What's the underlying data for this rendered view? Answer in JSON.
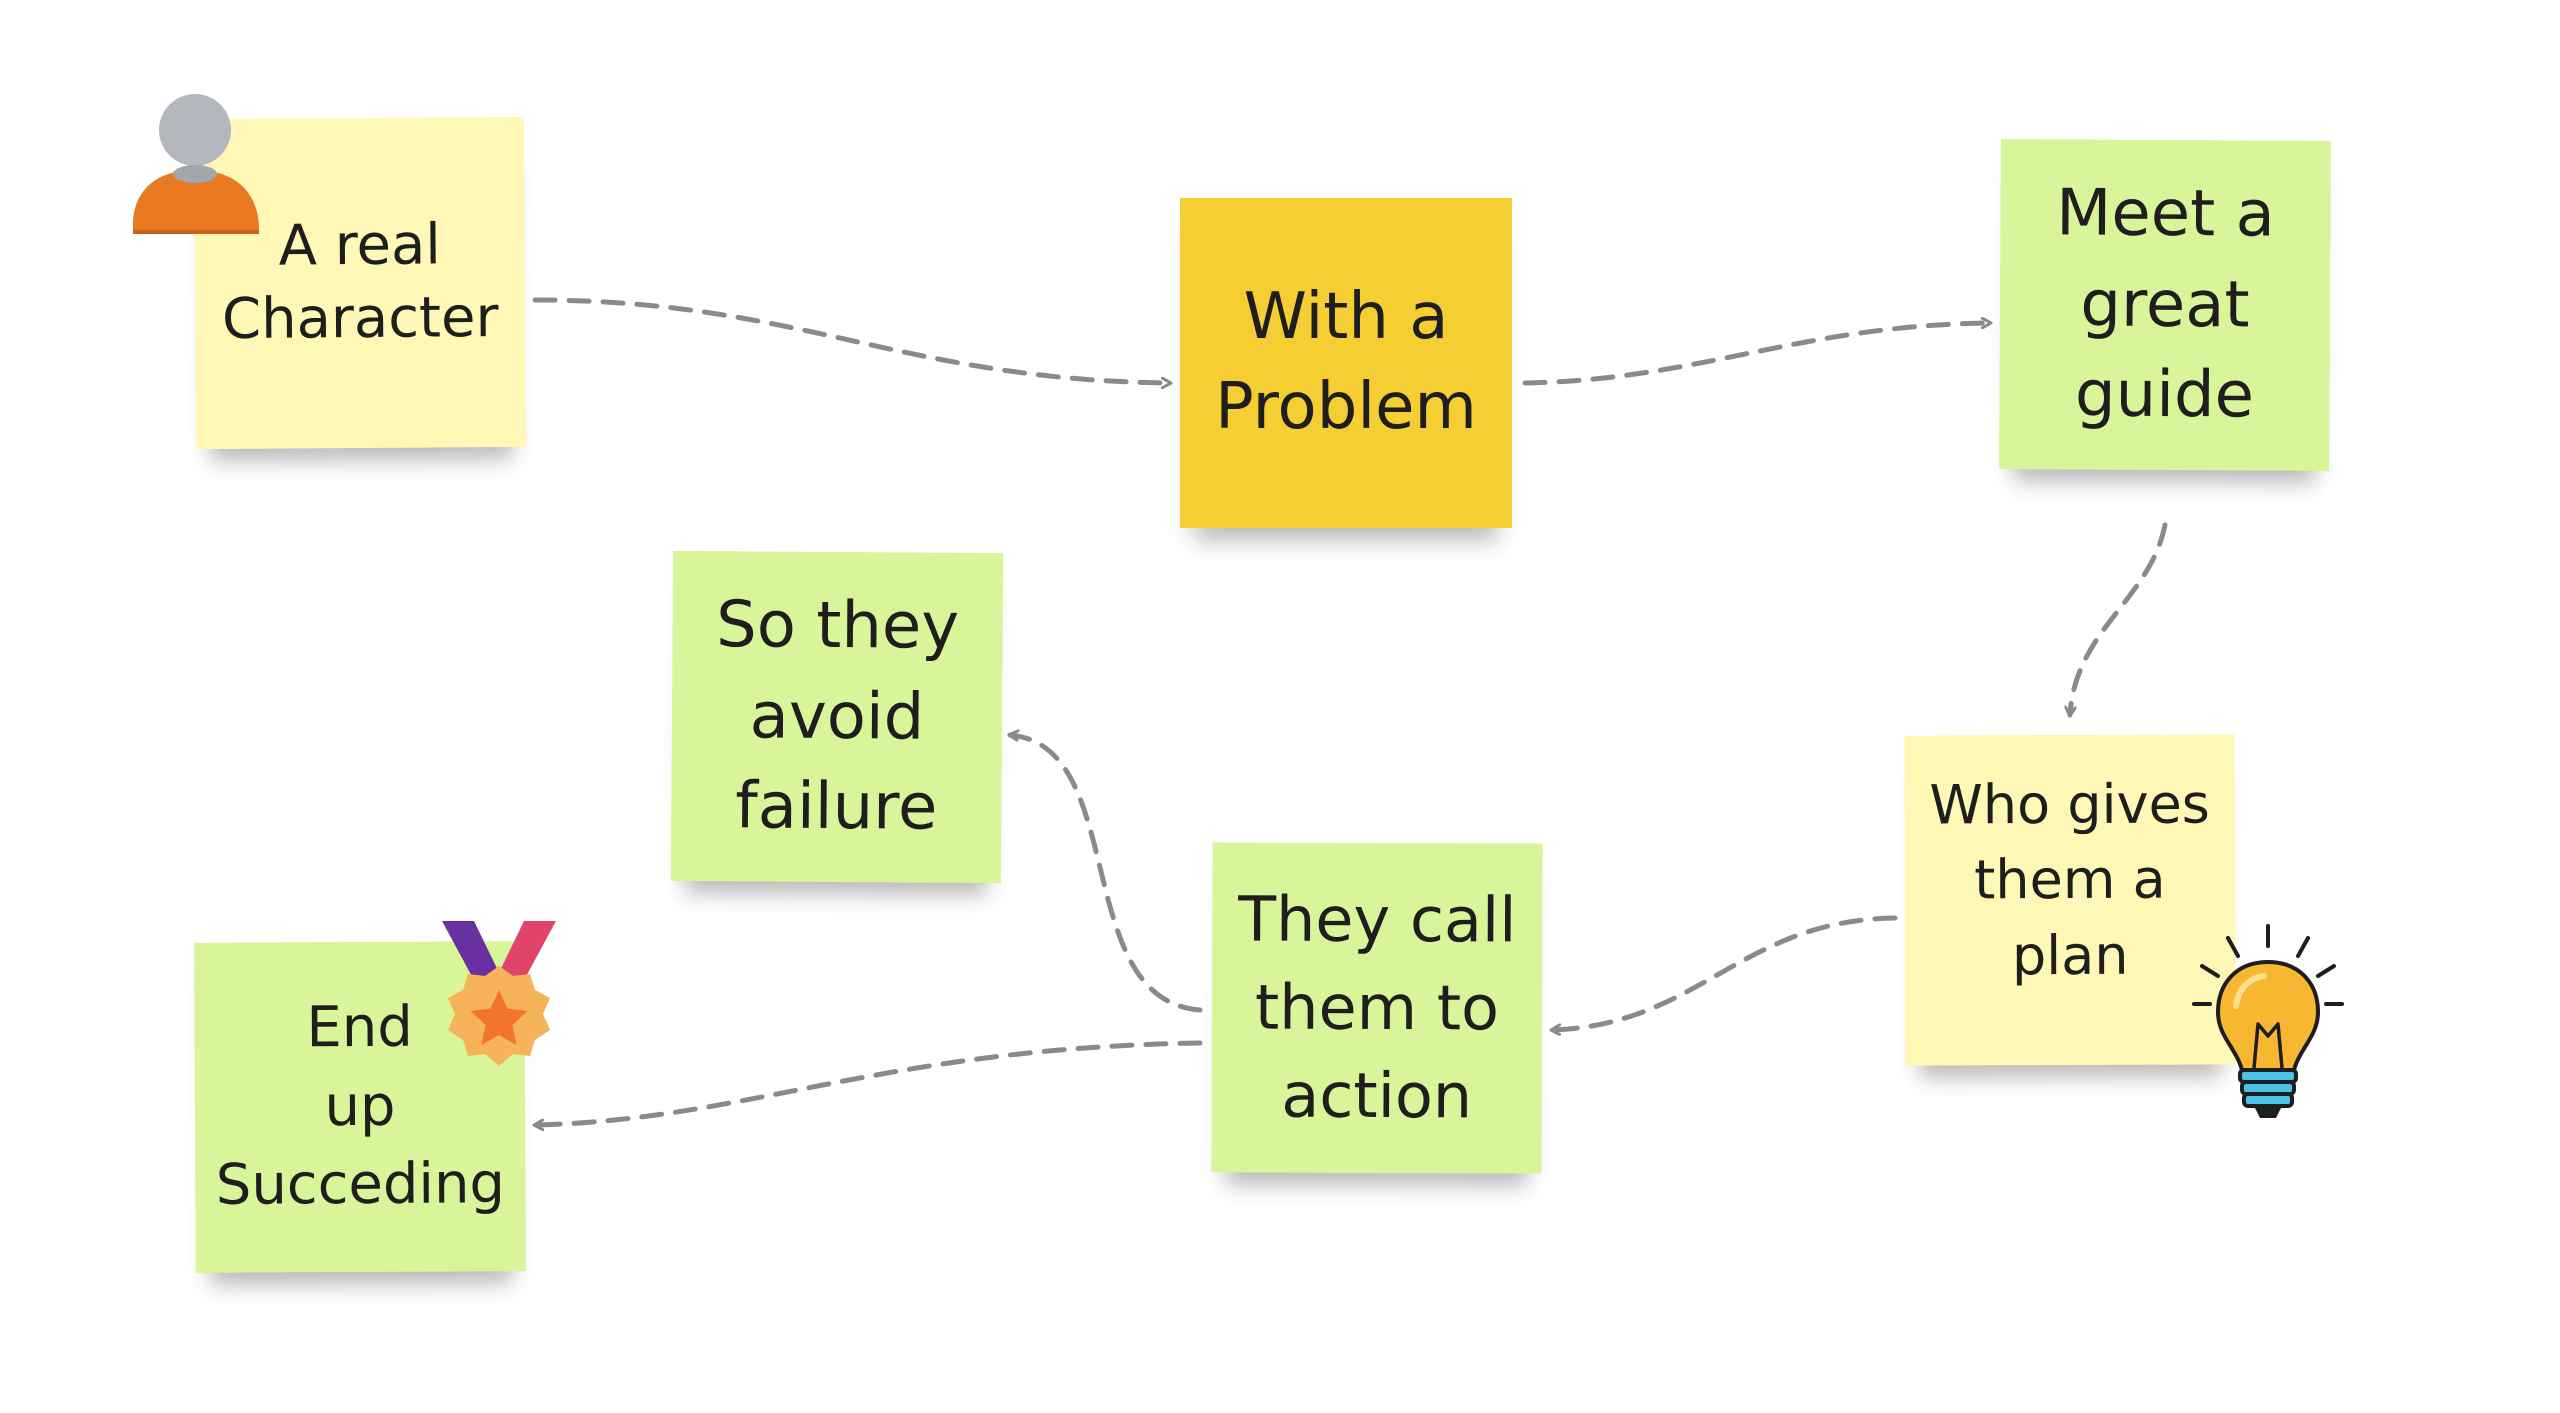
{
  "colors": {
    "yellow_pale": "#fff7b5",
    "yellow_strong": "#f5ce33",
    "green": "#d8f59a",
    "connector": "#8a8a8a"
  },
  "notes": [
    {
      "id": "character",
      "text": "A real\nCharacter",
      "color": "yellow-pale"
    },
    {
      "id": "problem",
      "text": "With a\nProblem",
      "color": "yellow-strong"
    },
    {
      "id": "guide",
      "text": "Meet a\ngreat\nguide",
      "color": "green"
    },
    {
      "id": "plan",
      "text": "Who gives\nthem a\nplan",
      "color": "yellow-pale"
    },
    {
      "id": "action",
      "text": "They call\nthem to\naction",
      "color": "green"
    },
    {
      "id": "failure",
      "text": "So they\navoid\nfailure",
      "color": "green"
    },
    {
      "id": "success",
      "text": "End\nup\nSucceding",
      "color": "green"
    }
  ],
  "icons": {
    "person": "person-icon",
    "bulb": "lightbulb-icon",
    "medal": "medal-icon"
  }
}
